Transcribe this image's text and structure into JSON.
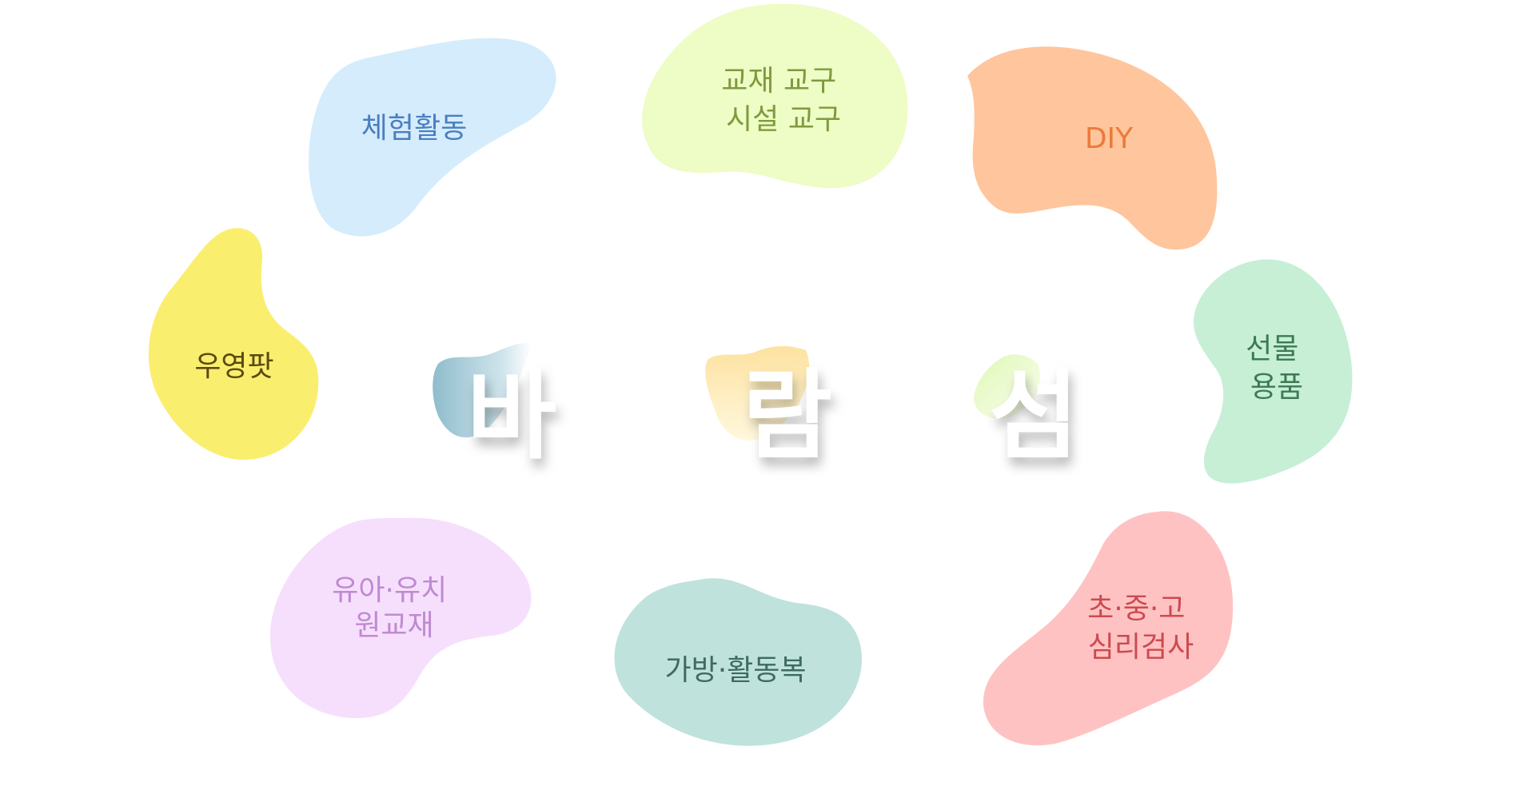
{
  "menu": {
    "items": [
      {
        "id": "experience",
        "lines": [
          "체험활동"
        ],
        "fill": "#d5ecfc",
        "text_color": "#4a7fc0"
      },
      {
        "id": "materials",
        "lines": [
          "교재 교구",
          "시설 교구"
        ],
        "fill": "#eefcc5",
        "text_color": "#7f9a3e"
      },
      {
        "id": "diy",
        "lines": [
          "DIY"
        ],
        "fill": "#ffc59c",
        "text_color": "#ec7a3a"
      },
      {
        "id": "play",
        "lines": [
          "우영팟"
        ],
        "fill": "#faee6e",
        "text_color": "#5a4a12"
      },
      {
        "id": "gifts",
        "lines": [
          "선물",
          "용품"
        ],
        "fill": "#c6efd6",
        "text_color": "#3d7a52"
      },
      {
        "id": "preschool",
        "lines": [
          "유아·유치",
          "원교재"
        ],
        "fill": "#f6dffc",
        "text_color": "#c08ad2"
      },
      {
        "id": "bags",
        "lines": [
          "가방·활동복"
        ],
        "fill": "#bfe3dc",
        "text_color": "#3f6a62"
      },
      {
        "id": "psych",
        "lines": [
          "초·중·고",
          "심리검사"
        ],
        "fill": "#ffc2c2",
        "text_color": "#cc4a50"
      }
    ]
  },
  "logo": {
    "chars": [
      "바",
      "람",
      "섬"
    ],
    "accent_colors": [
      "#a7ced9",
      "#fdeaa6",
      "#e7fac4"
    ]
  }
}
